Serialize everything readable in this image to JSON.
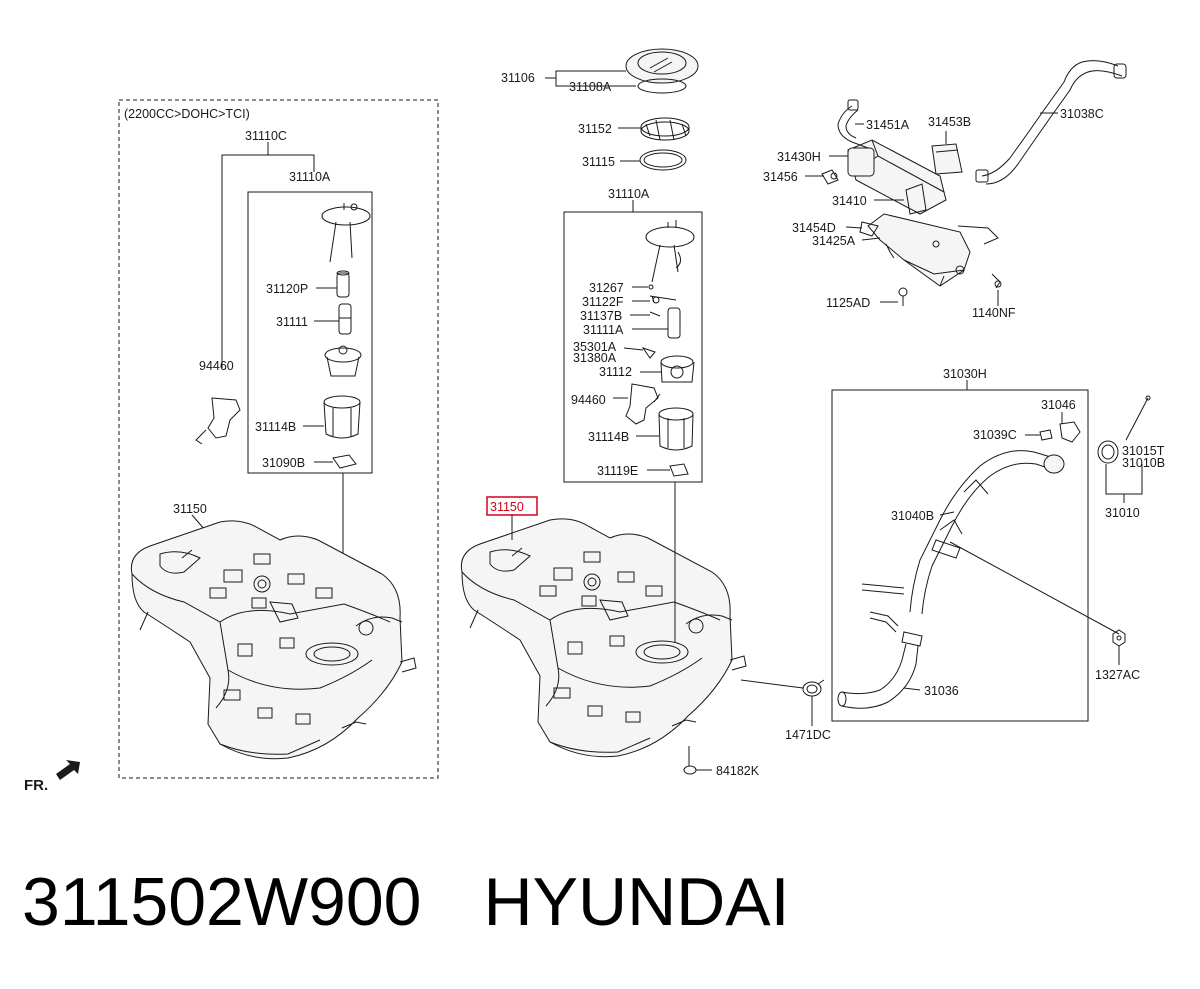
{
  "diagram": {
    "engine_variant": "(2200CC>DOHC>TCI)",
    "highlighted_part": "31150",
    "labels": {
      "p31110C": "31110C",
      "p31110A_left": "31110A",
      "p31120P": "31120P",
      "p31111": "31111",
      "p94460_left": "94460",
      "p31114B_left": "31114B",
      "p31090B": "31090B",
      "p31150_left": "31150",
      "p31106": "31106",
      "p31108A": "31108A",
      "p31152": "31152",
      "p31115": "31115",
      "p31110A_mid": "31110A",
      "p31267": "31267",
      "p31122F": "31122F",
      "p31137B": "31137B",
      "p31111A": "31111A",
      "p35301A": "35301A",
      "p31380A": "31380A",
      "p31112": "31112",
      "p94460_mid": "94460",
      "p31114B_mid": "31114B",
      "p31119E": "31119E",
      "p1471DC": "1471DC",
      "p84182K": "84182K",
      "p31451A": "31451A",
      "p31453B": "31453B",
      "p31038C": "31038C",
      "p31430H": "31430H",
      "p31456": "31456",
      "p31410": "31410",
      "p31454D": "31454D",
      "p31425A": "31425A",
      "p1125AD": "1125AD",
      "p1140NF": "1140NF",
      "p31030H": "31030H",
      "p31046": "31046",
      "p31039C": "31039C",
      "p31015T": "31015T",
      "p31010B": "31010B",
      "p31010": "31010",
      "p31040B": "31040B",
      "p1327AC": "1327AC",
      "p31036": "31036",
      "fr": "FR."
    }
  },
  "caption": {
    "part_number": "311502W900",
    "brand": "HYUNDAI"
  },
  "colors": {
    "line": "#1a1a1a",
    "highlight": "#d0021b",
    "tank_fill": "#f5f5f5"
  }
}
